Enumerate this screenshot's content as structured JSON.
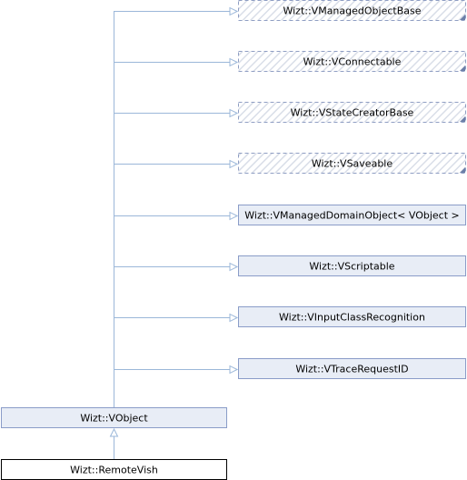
{
  "diagram": {
    "base_classes": [
      {
        "label": "Wizt::VManagedObjectBase",
        "style": "external"
      },
      {
        "label": "Wizt::VConnectable",
        "style": "external"
      },
      {
        "label": "Wizt::VStateCreatorBase",
        "style": "external"
      },
      {
        "label": "Wizt::VSaveable",
        "style": "external"
      },
      {
        "label": "Wizt::VManagedDomainObject< VObject >",
        "style": "documented"
      },
      {
        "label": "Wizt::VScriptable",
        "style": "documented"
      },
      {
        "label": "Wizt::VInputClassRecognition",
        "style": "documented"
      },
      {
        "label": "Wizt::VTraceRequestID",
        "style": "documented"
      }
    ],
    "middle_class": {
      "label": "Wizt::VObject",
      "style": "documented"
    },
    "leaf_class": {
      "label": "Wizt::RemoteVish",
      "style": "current"
    },
    "colors": {
      "edge": "#9bb7d9",
      "node_fill": "#e8edf6",
      "node_border": "#8a9cc8",
      "external_border": "#8f9ec3",
      "external_hatch": "#d9dee8",
      "current_border": "#000000",
      "current_fill": "#ffffff"
    }
  }
}
